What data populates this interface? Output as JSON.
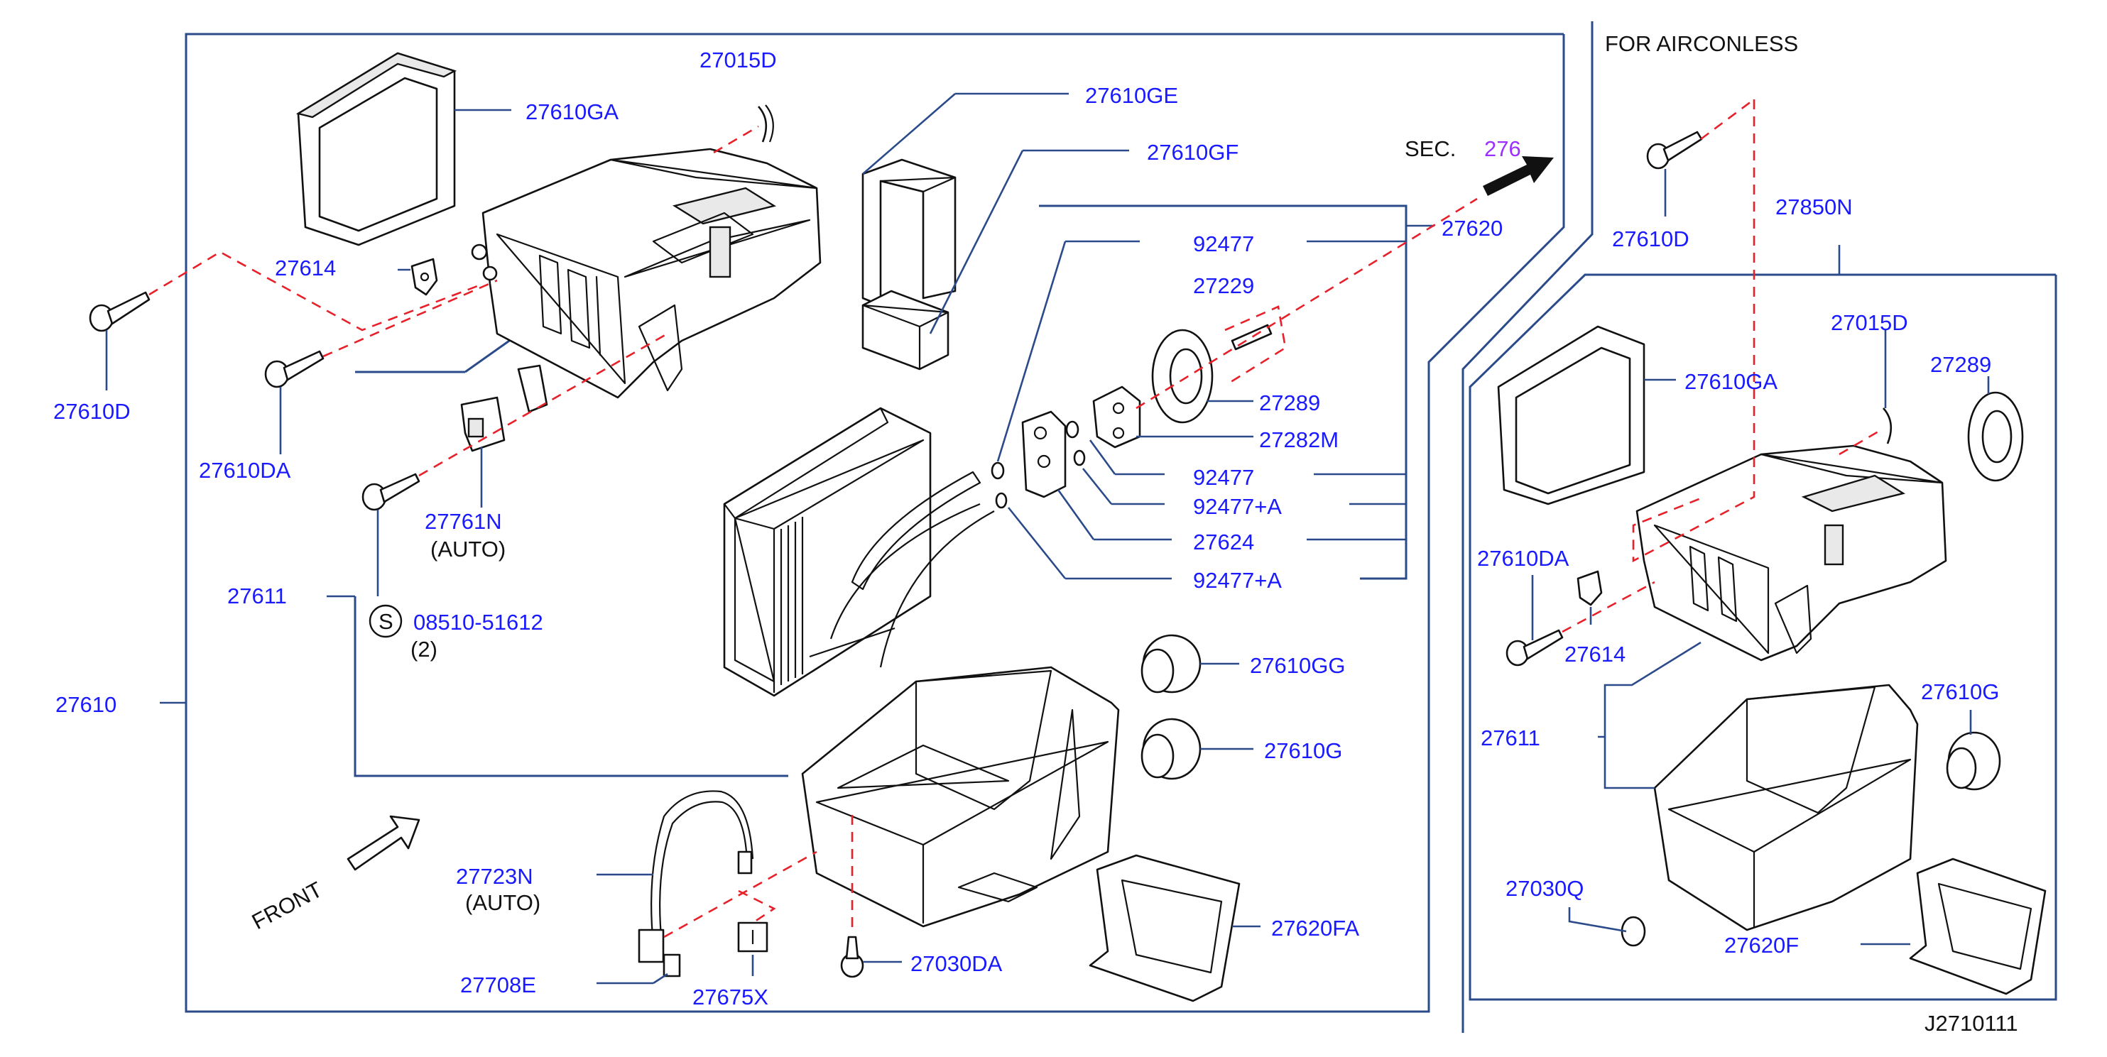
{
  "diagram": {
    "header_note": "FOR   AIRCONLESS",
    "section_ref_prefix": "SEC.",
    "section_ref_number": "276",
    "front_label": "FRONT",
    "figure_code": "J2710111",
    "colors": {
      "label": "#1a1aff",
      "frame": "#2a4a8a",
      "dashed_leader": "#e8202a",
      "section_ref": "#9b30ff"
    }
  },
  "left_labels": {
    "p27015D": "27015D",
    "p27610GA": "27610GA",
    "p27610GE": "27610GE",
    "p27610GF": "27610GF",
    "p27620": "27620",
    "p27614": "27614",
    "p92477_a": "92477",
    "p27229": "27229",
    "p27610D": "27610D",
    "p27289": "27289",
    "p27282M": "27282M",
    "p27610DA": "27610DA",
    "p92477_b": "92477",
    "p92477A_a": "92477+A",
    "p27761N": "27761N",
    "p27761N_note": "(AUTO)",
    "p27624": "27624",
    "p92477A_b": "92477+A",
    "p27611": "27611",
    "p08510": "08510-51612",
    "p08510_qty": "(2)",
    "s_symbol": "S",
    "p27610GG": "27610GG",
    "p27610": "27610",
    "p27610G": "27610G",
    "p27723N": "27723N",
    "p27723N_note": "(AUTO)",
    "p27620FA": "27620FA",
    "p27030DA": "27030DA",
    "p27708E": "27708E",
    "p27675X": "27675X"
  },
  "right_labels": {
    "p27610D": "27610D",
    "p27850N": "27850N",
    "p27015D": "27015D",
    "p27289": "27289",
    "p27610GA": "27610GA",
    "p27610DA": "27610DA",
    "p27614": "27614",
    "p27610G": "27610G",
    "p27611": "27611",
    "p27030Q": "27030Q",
    "p27620F": "27620F"
  }
}
